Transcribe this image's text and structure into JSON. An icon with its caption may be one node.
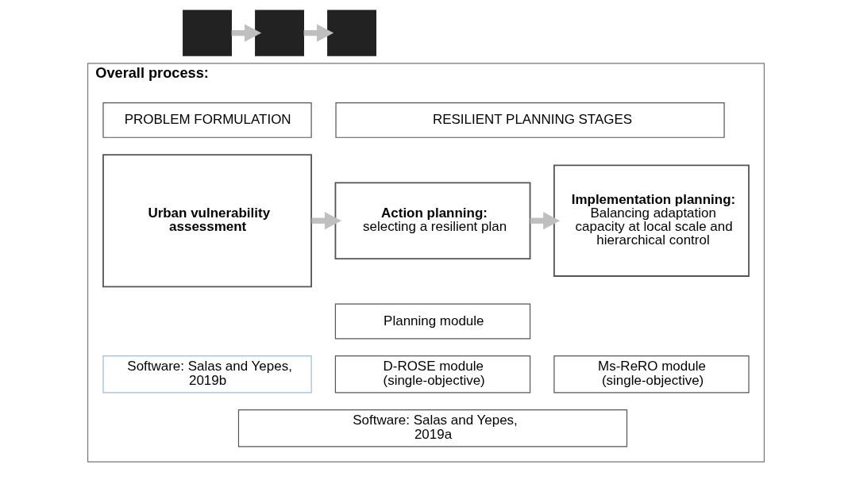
{
  "diagram": {
    "nodes": [
      {
        "text": [],
        "shape": "box"
      },
      {
        "text": [],
        "shape": "box"
      },
      {
        "text": [],
        "shape": "box"
      },
      {
        "text": [
          "Overall process:"
        ]
      },
      {
        "text": [
          "PROBLEM FORMULATION"
        ],
        "in": 3
      },
      {
        "text": [
          "RESILIENT PLANNING STAGES"
        ],
        "in": 3
      },
      {
        "text": [
          "Urban vulnerability assessment"
        ],
        "in": 3
      },
      {
        "text": [
          "Action planning:",
          "selecting a resilient plan"
        ],
        "in": 3
      },
      {
        "text": [
          "Implementation planning:",
          "Balancing adaptation capacity at local scale and hierarchical control"
        ],
        "in": 3
      },
      {
        "text": [
          "Planning module"
        ],
        "in": 3
      },
      {
        "text": [
          "Software: Salas and Yepes, 2019b"
        ],
        "in": 3
      },
      {
        "text": [
          "D-ROSE module (single-objective)"
        ],
        "in": 3
      },
      {
        "text": [
          "Ms-ReRO module (single-objective)"
        ],
        "in": 3
      },
      {
        "text": [
          "Software: Salas and Yepes, 2019a"
        ],
        "in": 3
      }
    ],
    "edges": [
      {
        "from": 0,
        "to": 1,
        "arrow": "to"
      },
      {
        "from": 1,
        "to": 2,
        "arrow": "to"
      },
      {
        "from": 6,
        "to": 7,
        "arrow": "to"
      },
      {
        "from": 7,
        "to": 8,
        "arrow": "to"
      }
    ]
  }
}
